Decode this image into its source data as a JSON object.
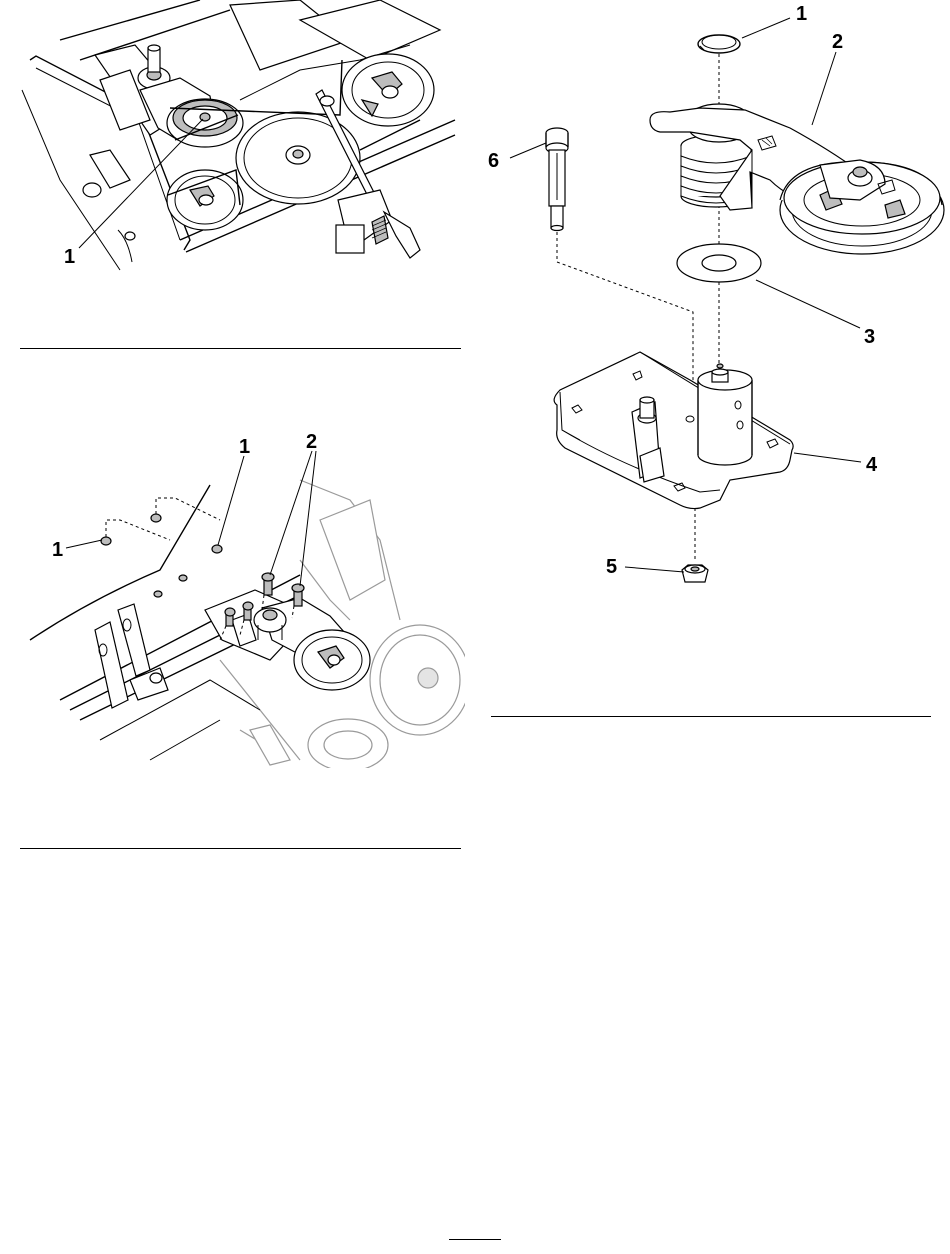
{
  "figure_top": {
    "callouts": [
      "1"
    ]
  },
  "figure_middle": {
    "callouts": [
      "1",
      "1",
      "2"
    ]
  },
  "figure_right": {
    "callouts": [
      "1",
      "2",
      "3",
      "4",
      "5",
      "6"
    ]
  }
}
